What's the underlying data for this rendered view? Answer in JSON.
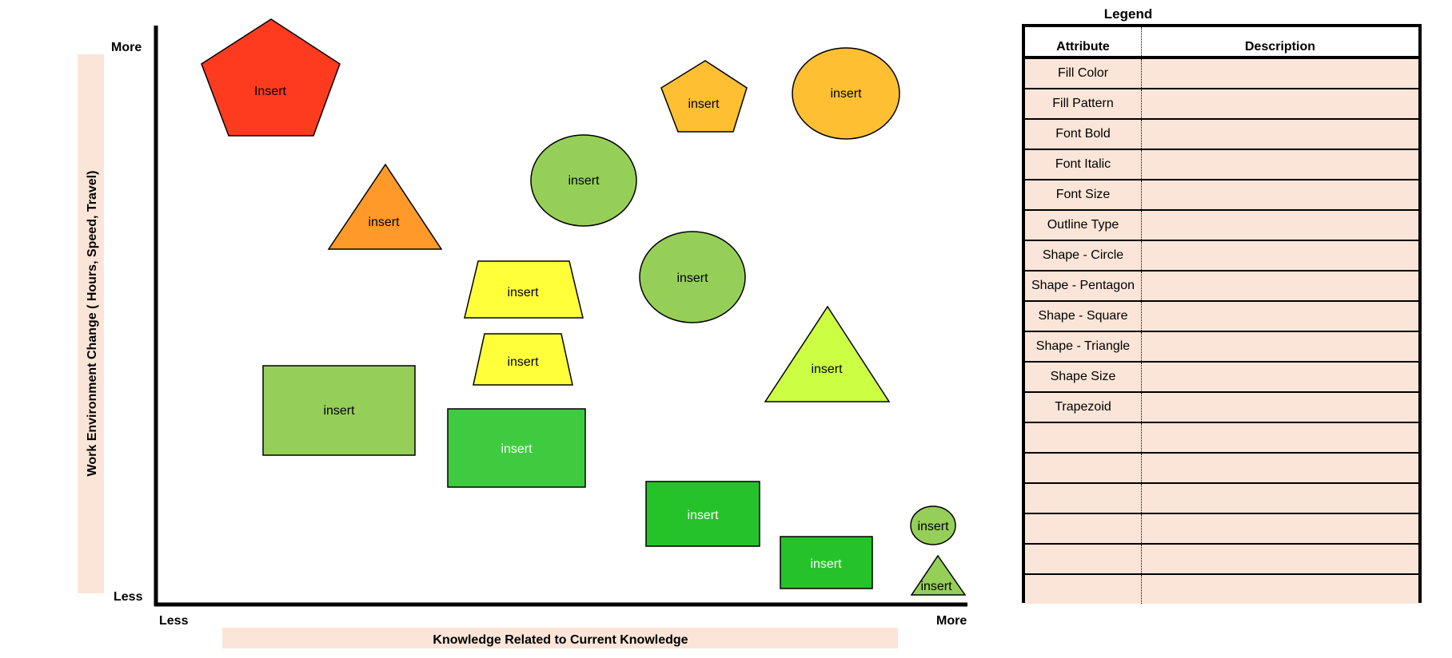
{
  "axes": {
    "y_label": "Work Environment Change ( Hours, Speed, Travel)",
    "x_label": "Knowledge Related to Current Knowledge",
    "y_top": "More",
    "y_bottom": "Less",
    "x_left": "Less",
    "x_right": "More",
    "band_color": "#fbe5d8"
  },
  "shapes": [
    {
      "kind": "pentagon",
      "label": "Insert",
      "fill": "#ff3b1f"
    },
    {
      "kind": "triangle",
      "label": "insert",
      "fill": "#ff9a2a"
    },
    {
      "kind": "pentagon",
      "label": "insert",
      "fill": "#ffbf33"
    },
    {
      "kind": "circle",
      "label": "insert",
      "fill": "#ffbf33"
    },
    {
      "kind": "circle",
      "label": "insert",
      "fill": "#96cf58"
    },
    {
      "kind": "circle",
      "label": "insert",
      "fill": "#96cf58"
    },
    {
      "kind": "trapezoid",
      "label": "insert",
      "fill": "#ffff3a"
    },
    {
      "kind": "trapezoid",
      "label": "insert",
      "fill": "#ffff3a"
    },
    {
      "kind": "triangle",
      "label": "insert",
      "fill": "#ccff44"
    },
    {
      "kind": "rect",
      "label": "insert",
      "fill": "#96cf58"
    },
    {
      "kind": "rect",
      "label": "insert",
      "fill": "#3fcb3f",
      "text_color": "#ffffff"
    },
    {
      "kind": "rect",
      "label": "insert",
      "fill": "#26c22a",
      "text_color": "#ffffff"
    },
    {
      "kind": "rect",
      "label": "insert",
      "fill": "#26c22a",
      "text_color": "#ffffff"
    },
    {
      "kind": "circle",
      "label": "insert",
      "fill": "#96cf58"
    },
    {
      "kind": "triangle",
      "label": "insert",
      "fill": "#96cf58"
    }
  ],
  "legend": {
    "title": "Legend",
    "headers": [
      "Attribute",
      "Description"
    ],
    "rows": [
      "Fill Color",
      "Fill Pattern",
      "Font Bold",
      "Font Italic",
      "Font Size",
      "Outline Type",
      "Shape - Circle",
      "Shape - Pentagon",
      "Shape - Square",
      "Shape - Triangle",
      "Shape Size",
      "Trapezoid",
      "",
      "",
      "",
      "",
      "",
      ""
    ]
  }
}
